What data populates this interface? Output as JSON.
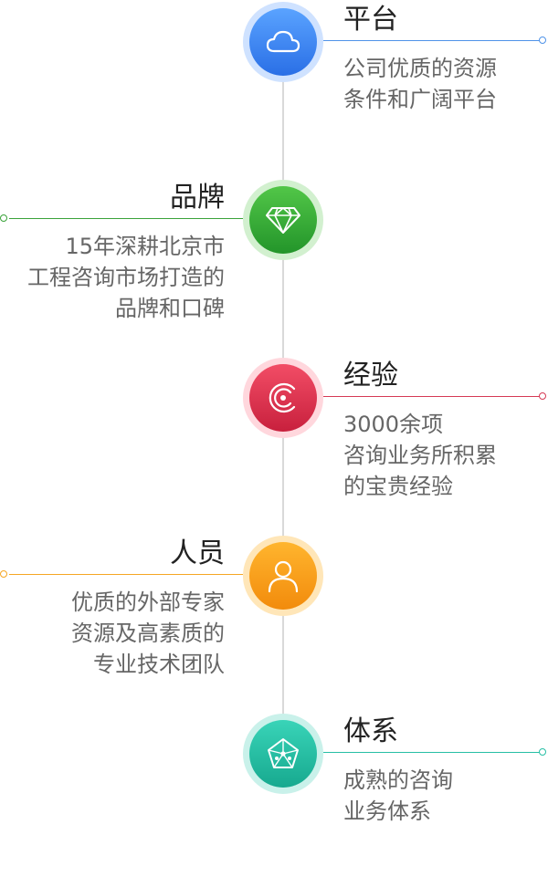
{
  "items": [
    {
      "title": "平台",
      "lines": [
        "公司优质的资源",
        "条件和广阔平台"
      ],
      "side": "right",
      "icon": "cloud-icon",
      "colors": {
        "ring": "#cfe2ff",
        "inner_top": "#5aa3ff",
        "inner_bottom": "#2a6fe6",
        "accent": "#4f93e8"
      }
    },
    {
      "title": "品牌",
      "lines": [
        "15年深耕北京市",
        "工程咨询市场打造的",
        "品牌和口碑"
      ],
      "side": "left",
      "icon": "diamond-icon",
      "colors": {
        "ring": "#d2f0cf",
        "inner_top": "#52c648",
        "inner_bottom": "#23952a",
        "accent": "#3aa33a"
      }
    },
    {
      "title": "经验",
      "lines": [
        "3000余项",
        "咨询业务所积累",
        "的宝贵经验"
      ],
      "side": "right",
      "icon": "signal-icon",
      "colors": {
        "ring": "#ffd7dd",
        "inner_top": "#f24d66",
        "inner_bottom": "#c8203d",
        "accent": "#d63a55"
      }
    },
    {
      "title": "人员",
      "lines": [
        "优质的外部专家",
        "资源及高素质的",
        "专业技术团队"
      ],
      "side": "left",
      "icon": "user-icon",
      "colors": {
        "ring": "#ffe6b8",
        "inner_top": "#ffb52e",
        "inner_bottom": "#f28b0c",
        "accent": "#f5a623"
      }
    },
    {
      "title": "体系",
      "lines": [
        "成熟的咨询",
        "业务体系"
      ],
      "side": "right",
      "icon": "network-icon",
      "colors": {
        "ring": "#c9f1ea",
        "inner_top": "#39d4b8",
        "inner_bottom": "#17a98f",
        "accent": "#27bfa5"
      }
    }
  ]
}
